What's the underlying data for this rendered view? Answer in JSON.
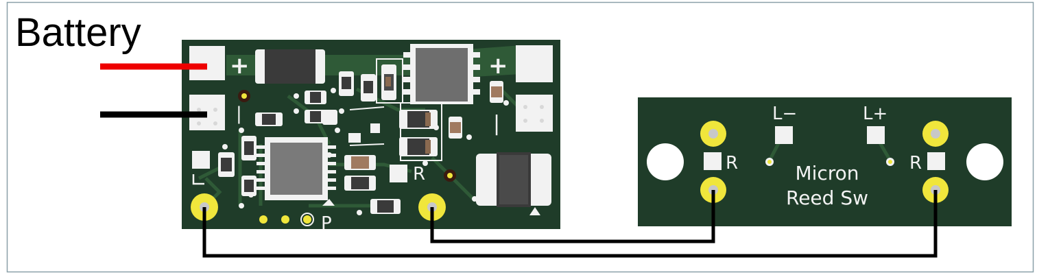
{
  "diagram": {
    "title": "Battery",
    "colors": {
      "board": "#1f3c29",
      "trace": "#2f5a37",
      "pad_white": "#f2f2f2",
      "via_yellow": "#f0e63c",
      "wire_red": "#ee0000",
      "wire_black": "#000000",
      "chip": "#7a7a7a"
    },
    "main_board": {
      "plus_left": "+",
      "minus_left": "|",
      "plus_right": "+",
      "minus_right": "|",
      "label_r": "R",
      "label_p": "P",
      "label_l": "L"
    },
    "reed_board": {
      "label_l_minus": "L−",
      "label_l_plus": "L+",
      "label_r_left": "R",
      "label_r_right": "R",
      "name_line1": "Micron",
      "name_line2": "Reed Sw"
    }
  }
}
